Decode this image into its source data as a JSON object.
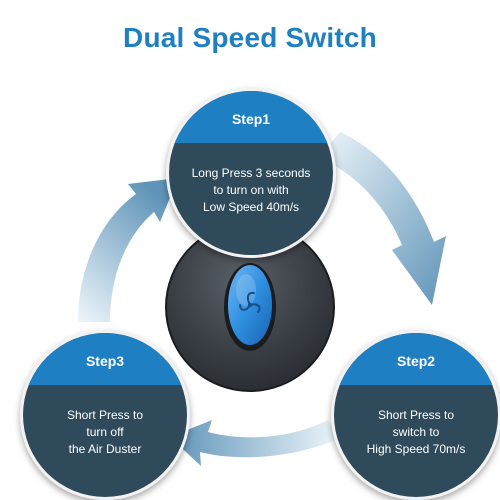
{
  "title": "Dual Speed Switch",
  "colors": {
    "title": "#1f7fc3",
    "accent_blue": "#1f7fc3",
    "panel_dark": "#2f4a5b",
    "arrow_light": "#e6f1f8",
    "arrow_dark": "#5f94b8",
    "device_body": "#3b3f44",
    "button_blue": "#2f8fe0"
  },
  "steps": [
    {
      "label": "Step1",
      "lines": [
        "Long Press 3 seconds",
        "to turn on with",
        "Low Speed 40m/s"
      ]
    },
    {
      "label": "Step2",
      "lines": [
        "Short Press to",
        "switch to",
        "High Speed 70m/s"
      ]
    },
    {
      "label": "Step3",
      "lines": [
        "Short Press to",
        "turn off",
        "the Air Duster"
      ]
    }
  ],
  "icons": {
    "center_device": "air-duster-device-icon",
    "fan": "fan-icon",
    "arrows": [
      "curved-arrow-icon",
      "curved-arrow-icon",
      "curved-arrow-icon"
    ]
  }
}
